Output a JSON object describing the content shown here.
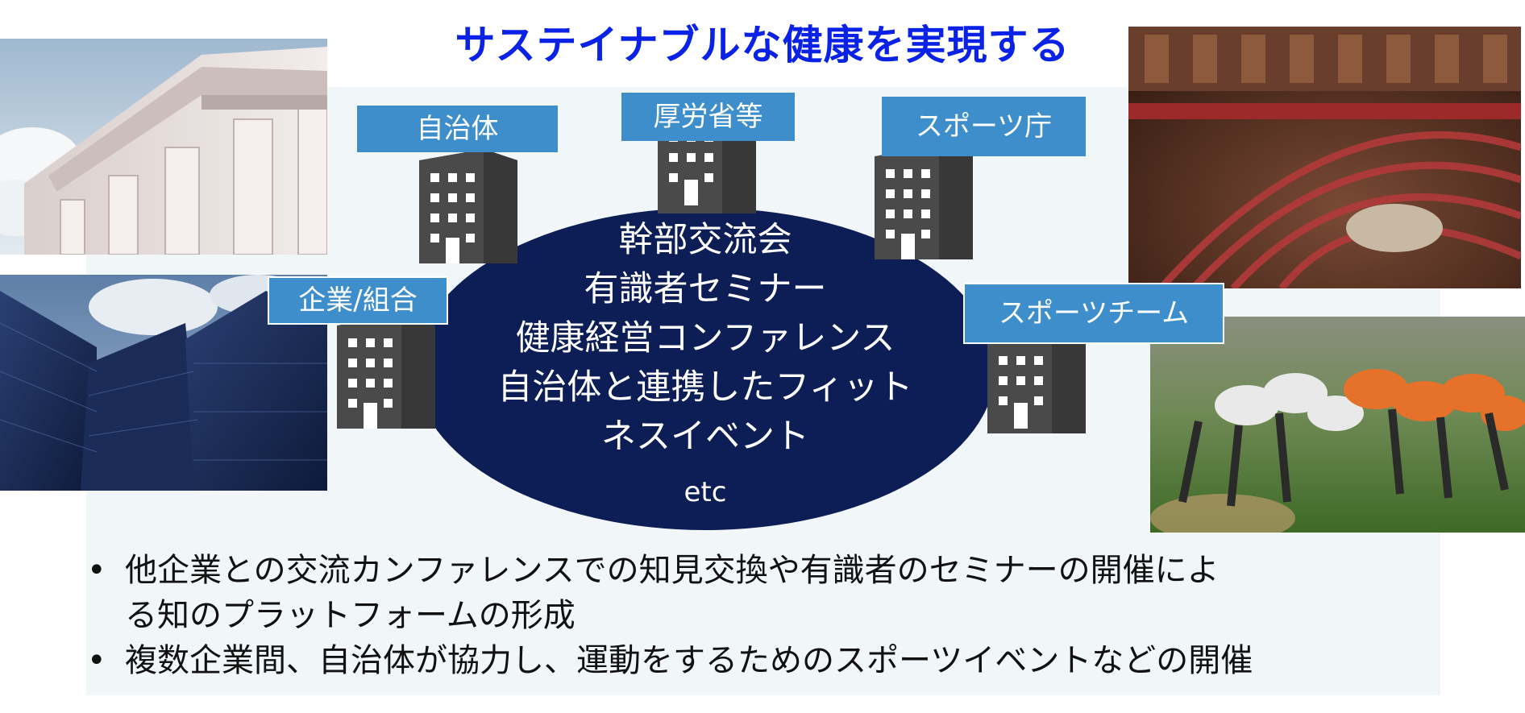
{
  "title": "サステイナブルな健康を実現する",
  "center": {
    "lines": [
      "幹部交流会",
      "有識者セミナー",
      "健康経営コンファレンス",
      "自治体と連携したフィット",
      "ネスイベント"
    ],
    "etc": "etc"
  },
  "labels": {
    "municipality": "自治体",
    "ministry": "厚労省等",
    "sports_agency": "スポーツ庁",
    "companies": "企業/組合",
    "sports_team": "スポーツチーム"
  },
  "bullets": [
    {
      "marker": "•",
      "line1": "他企業との交流カンファレンスでの知見交換や有識者のセミナーの開催によ",
      "line2": "る知のプラットフォームの形成"
    },
    {
      "marker": "•",
      "line1": "複数企業間、自治体が協力し、運動をするためのスポーツイベントなどの開催",
      "line2": ""
    }
  ],
  "colors": {
    "title": "#0a22e6",
    "ellipse": "#0d1d55",
    "label": "#3e8ecb",
    "building": "#4a4a4a",
    "panel": "#f1f6f9"
  }
}
